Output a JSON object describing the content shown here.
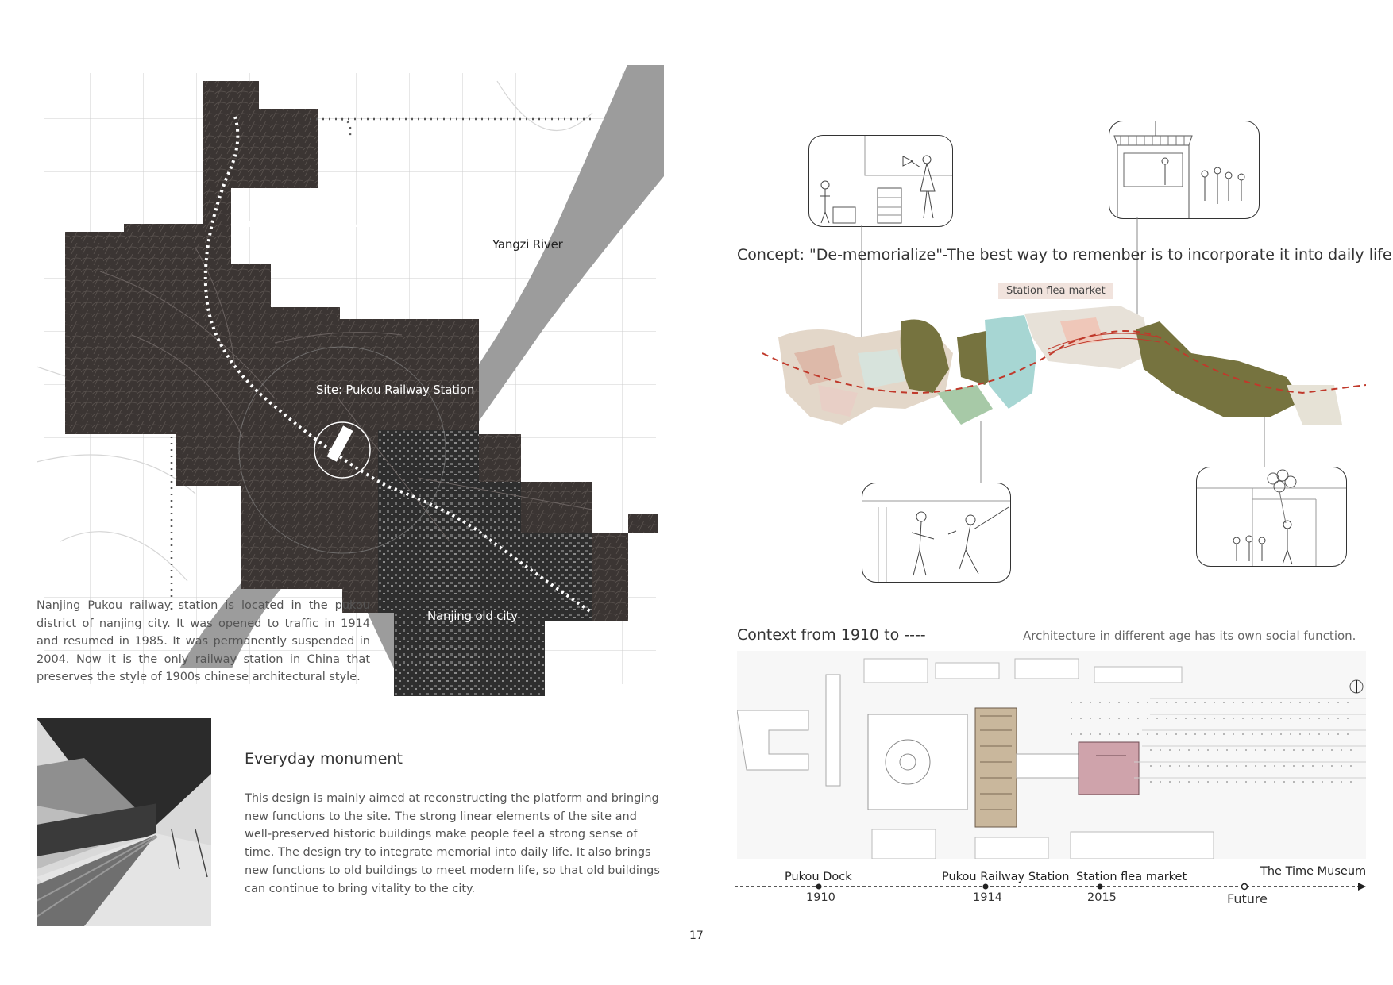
{
  "site_map": {
    "labels": {
      "abandoned_railway": "The abandoned railway",
      "yangzi_river": "Yangzi River",
      "site": "Site: Pukou Railway Station",
      "old_city": "Nanjing old city"
    },
    "caption": "Nanjing Pukou railway station is located in the pukou district of nanjing city. It was opened to traffic in 1914 and resumed in 1985. It was permanently suspended in 2004. Now it is the only railway station in China that preserves the style of 1900s chinese architectural style."
  },
  "monument": {
    "title": "Everyday monument",
    "body": "This design is mainly aimed at reconstructing the platform and bringing new functions to the site. The strong linear elements of the site and well-preserved historic buildings make people feel a strong sense of time. The design try to integrate memorial into daily life. It also brings new functions to old buildings to meet modern life, so that old buildings can continue to bring vitality to the city."
  },
  "page_number": "17",
  "concept": {
    "title": "Concept: \"De-memorialize\"-The best way to remenber is to incorporate it into daily life.",
    "tag": "Station flea market"
  },
  "context": {
    "title": "Context from 1910 to ----",
    "note": "Architecture in different age has its own social function."
  },
  "timeline": {
    "events": [
      {
        "label": "Pukou Dock",
        "year": "1910"
      },
      {
        "label": "Pukou Railway Station",
        "year": "1914"
      },
      {
        "label": "Station flea market",
        "year": "2015"
      },
      {
        "label": "The Time Museum",
        "year": "Future"
      }
    ]
  },
  "colors": {
    "map_dark": "#3b3533",
    "river": "#9c9c9c",
    "park_olive": "#76733f",
    "water_cyan": "#a7d6d3",
    "route_red": "#c0392b",
    "flea_tag_bg": "#f1e3dd"
  }
}
